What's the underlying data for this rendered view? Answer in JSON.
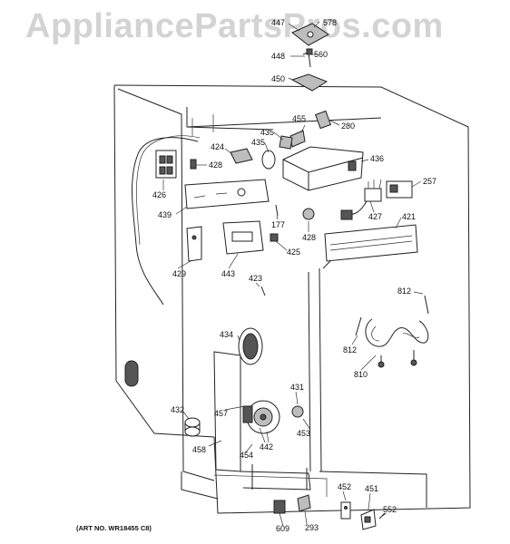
{
  "watermark": "AppliancePartsPros.com",
  "art_number": "(ART NO. WR18455 C8)",
  "part_labels": {
    "p447": "447",
    "p578": "578",
    "p448": "448",
    "p560": "560",
    "p450": "450",
    "p455": "455",
    "p280": "280",
    "p435a": "435",
    "p435b": "435",
    "p424": "424",
    "p428a": "428",
    "p426": "426",
    "p436": "436",
    "p257": "257",
    "p439": "439",
    "p177": "177",
    "p428b": "428",
    "p427": "427",
    "p421": "421",
    "p425": "425",
    "p429": "429",
    "p443": "443",
    "p423": "423",
    "p812a": "812",
    "p812b": "812",
    "p434": "434",
    "p810": "810",
    "p431": "431",
    "p432": "432",
    "p457": "457",
    "p442": "442",
    "p453": "453",
    "p458": "458",
    "p454": "454",
    "p452": "452",
    "p451": "451",
    "p609": "609",
    "p293": "293",
    "p552": "552"
  }
}
